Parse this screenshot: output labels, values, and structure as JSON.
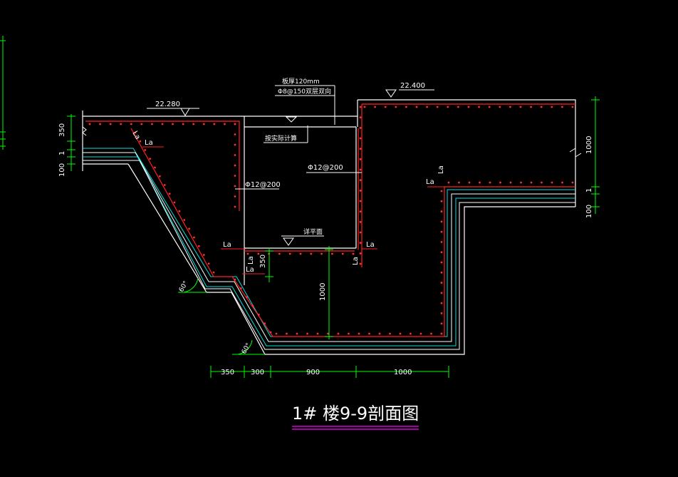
{
  "title": "1# 楼9-9剖面图",
  "elevations": {
    "left": "22.280",
    "right": "22.400"
  },
  "notes": {
    "slab_thickness": "板厚120mm",
    "slab_rebar": "Φ8@150双层双向",
    "pool_label": "按实际计算",
    "rebar_v1": "Φ12@200",
    "rebar_v2": "Φ12@200",
    "level_mark": "详平面"
  },
  "la_labels": {
    "la1": "La",
    "la2": "La",
    "la3": "La",
    "la4": "La",
    "la5": "La",
    "la6": "La",
    "la7": "La",
    "la8": "La",
    "la9": "La"
  },
  "dimensions": {
    "left_350": "350",
    "left_1": "1",
    "left_100": "100",
    "mid_350": "350",
    "mid_1000": "1000",
    "right_1000": "1000",
    "right_1": "1",
    "right_100": "100",
    "bottom": [
      "350",
      "300",
      "900",
      "1000"
    ]
  },
  "angles": {
    "a1": "60°",
    "a2": "60°"
  },
  "colors": {
    "background": "#000000",
    "line": "#ffffff",
    "rebar": "#ff2020",
    "dimension": "#00ff00",
    "cyan": "#00e0e0",
    "title_underline": "#ff00ff"
  }
}
